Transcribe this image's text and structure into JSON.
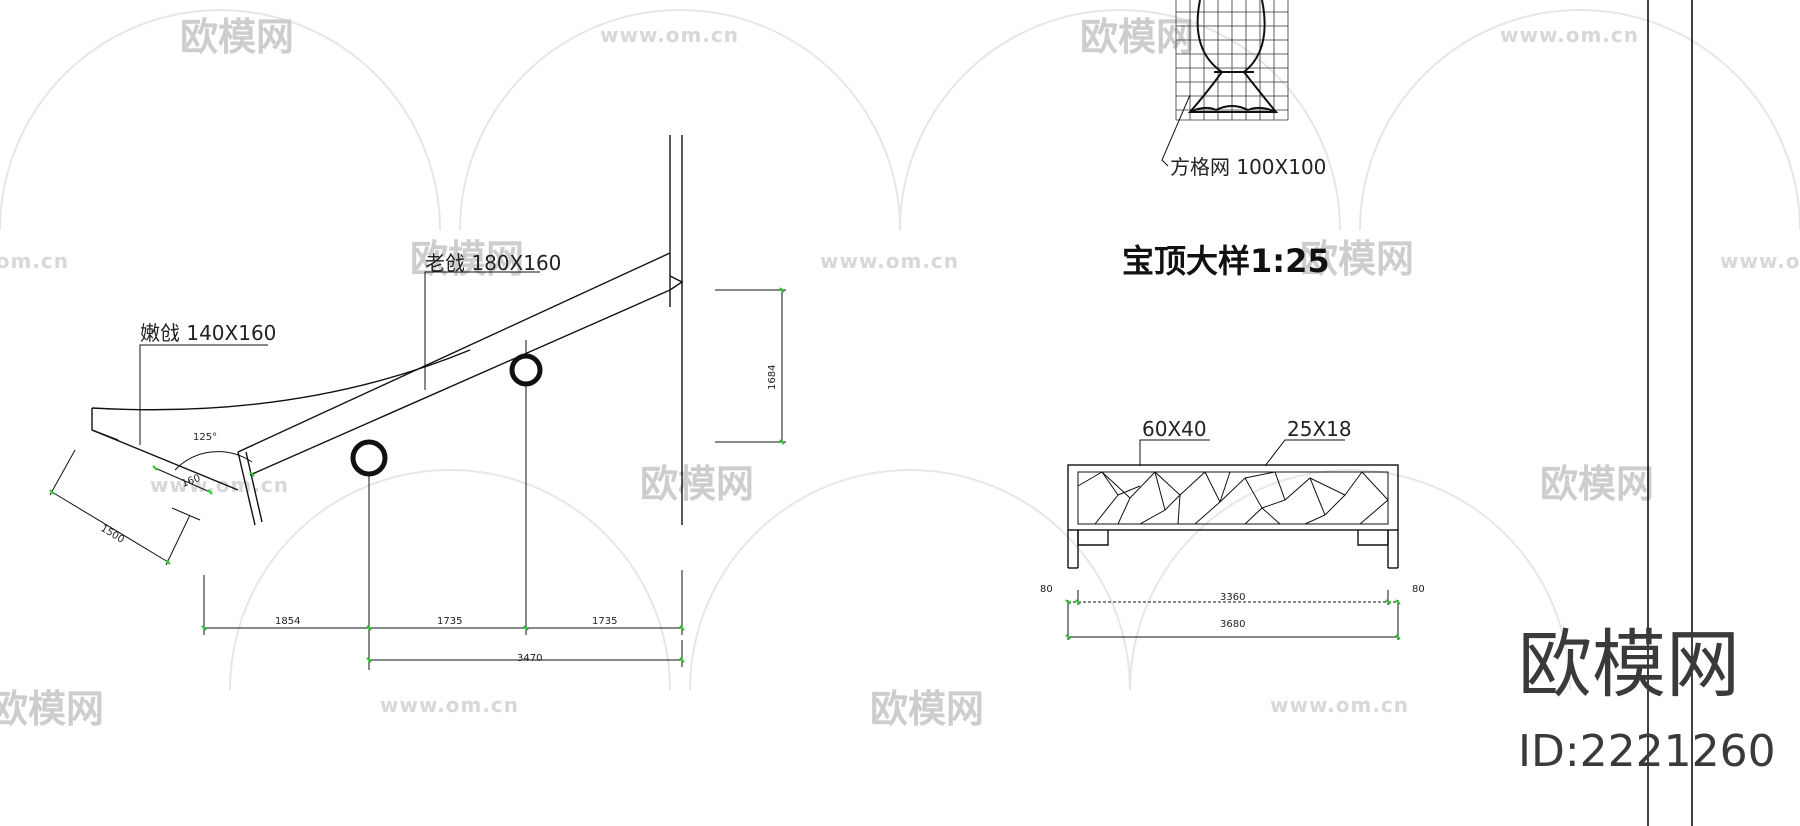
{
  "watermarks": {
    "brand": "欧模网",
    "url": "www.om.cn"
  },
  "left_drawing": {
    "labels": {
      "rafter_upper": "老戗 180X160",
      "rafter_lower": "嫩戗 140X160"
    },
    "angle": "125°",
    "dims": {
      "d160": "160",
      "d1500": "1500",
      "d1854": "1854",
      "d1735a": "1735",
      "d1735b": "1735",
      "d3470": "3470",
      "d1684": "1684"
    }
  },
  "right_drawing": {
    "grid_label": "方格网 100X100",
    "title": "宝顶大样1:25",
    "bench_labels": {
      "frame": "60X40",
      "lattice": "25X18"
    },
    "dims": {
      "left": "80",
      "right": "80",
      "inner": "3360",
      "overall": "3680"
    }
  },
  "brand_block": {
    "name": "欧模网",
    "id": "ID:2221260"
  },
  "colors": {
    "line": "#111111",
    "dim_tick": "#22cc22",
    "watermark": "#c8c8c8"
  }
}
